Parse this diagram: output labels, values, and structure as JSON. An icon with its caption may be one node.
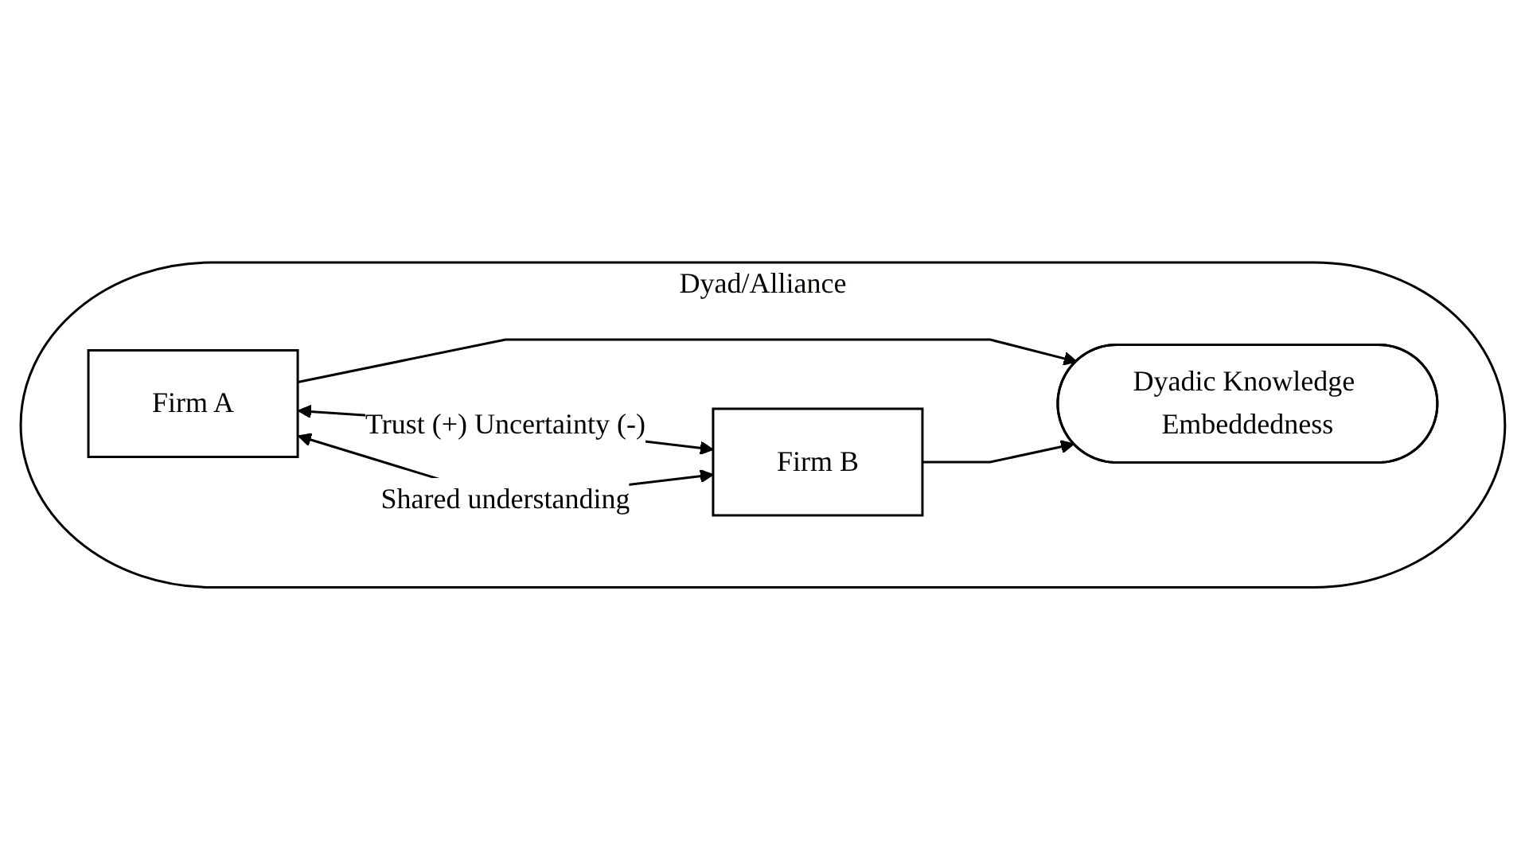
{
  "diagram": {
    "nodes": [
      {
        "text": [
          "Dyad/Alliance"
        ]
      },
      {
        "text": [
          "Firm A"
        ],
        "in": 0
      },
      {
        "text": [
          "Dyadic Knowledge Embeddedness"
        ],
        "in": 0
      },
      {
        "text": [
          "Firm B"
        ],
        "in": 0
      }
    ],
    "edges": [
      {
        "from": 1,
        "to": 3,
        "arrow": "both",
        "label": "Trust (+) Uncertainty (-)"
      },
      {
        "from": 1,
        "to": 2,
        "arrow": "to"
      },
      {
        "from": 3,
        "to": 2,
        "arrow": "to"
      },
      {
        "from": 1,
        "to": 3,
        "arrow": "both",
        "label": "Shared understanding"
      }
    ]
  }
}
